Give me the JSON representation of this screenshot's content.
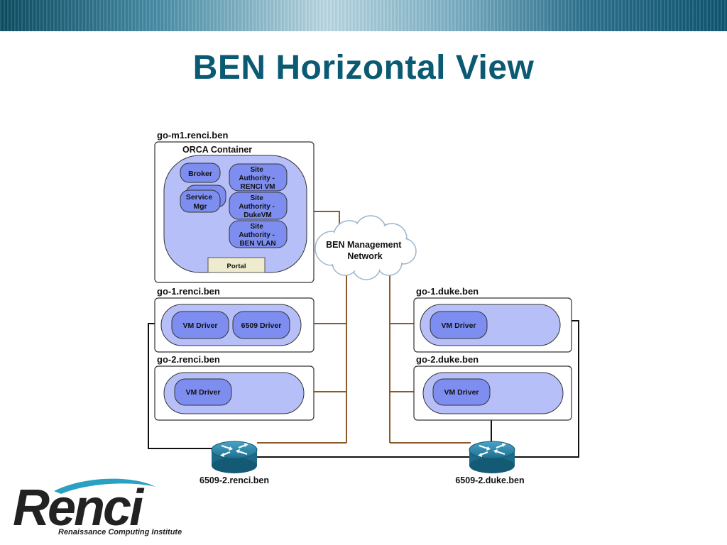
{
  "slide": {
    "title": "BEN Horizontal View"
  },
  "hosts": {
    "m1": "go-m1.renci.ben",
    "go1_renci": "go-1.renci.ben",
    "go2_renci": "go-2.renci.ben",
    "go1_duke": "go-1.duke.ben",
    "go2_duke": "go-2.duke.ben"
  },
  "orca": {
    "container_label": "ORCA Container",
    "broker": "Broker",
    "service_mgr": [
      "Service",
      "Mgr"
    ],
    "site_authority_renci": [
      "Site",
      "Authority -",
      "RENCI VM"
    ],
    "site_authority_duke": [
      "Site",
      "Authority -",
      "DukeVM"
    ],
    "site_authority_ben": [
      "Site",
      "Authority -",
      "BEN VLAN"
    ],
    "portal": "Portal"
  },
  "drivers": {
    "vm_driver": "VM Driver",
    "driver_6509": "6509 Driver"
  },
  "network": {
    "management": [
      "BEN Management",
      "Network"
    ]
  },
  "routers": {
    "renci": "6509-2.renci.ben",
    "duke": "6509-2.duke.ben"
  },
  "logo": {
    "wordmark": "Renci",
    "tagline": "Renaissance Computing Institute"
  },
  "colors": {
    "title": "#0b5a73",
    "lavender_fill": "#b6bff7",
    "inner_fill": "#7e8ef0",
    "mgmt_line": "#8b5a2b",
    "router": "#1f7898"
  }
}
